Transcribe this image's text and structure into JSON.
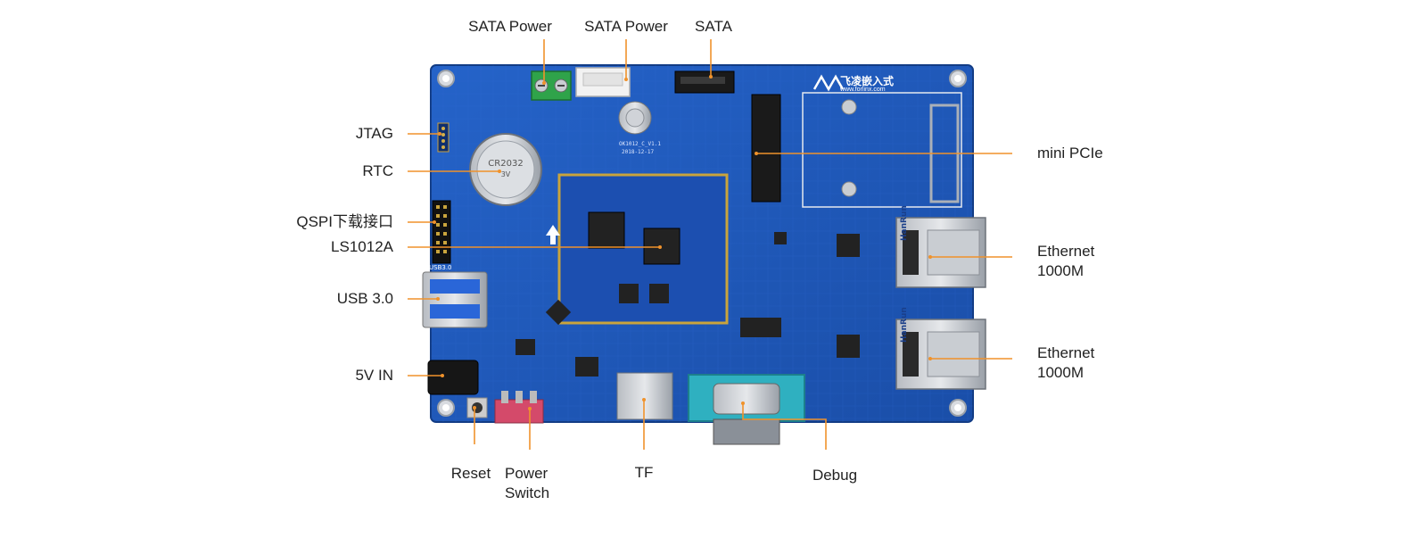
{
  "callouts": {
    "sata_power_1": "SATA Power",
    "sata_power_2": "SATA Power",
    "sata": "SATA",
    "jtag": "JTAG",
    "rtc": "RTC",
    "qspi": "QSPI下载接口",
    "ls1012a": "LS1012A",
    "usb30": "USB 3.0",
    "v5_in": "5V IN",
    "reset": "Reset",
    "power_switch_line1": "Power",
    "power_switch_line2": "Switch",
    "tf": "TF",
    "debug": "Debug",
    "mini_pcie": "mini PCIe",
    "eth1_line1": "Ethernet",
    "eth1_line2": "1000M",
    "eth2_line1": "Ethernet",
    "eth2_line2": "1000M"
  },
  "board": {
    "brand_logo": "飞凌嵌入式",
    "brand_url": "www.forlinx.com",
    "board_id": "OK1012_C_V1.1",
    "board_date": "2018-12-17",
    "silk_usb": "USB3.0",
    "rj45_brand": "HanRun"
  },
  "colors": {
    "pcb": "#1f56b8",
    "pcb_dark": "#153f8f",
    "leader": "#f0922b",
    "label": "#222222"
  }
}
